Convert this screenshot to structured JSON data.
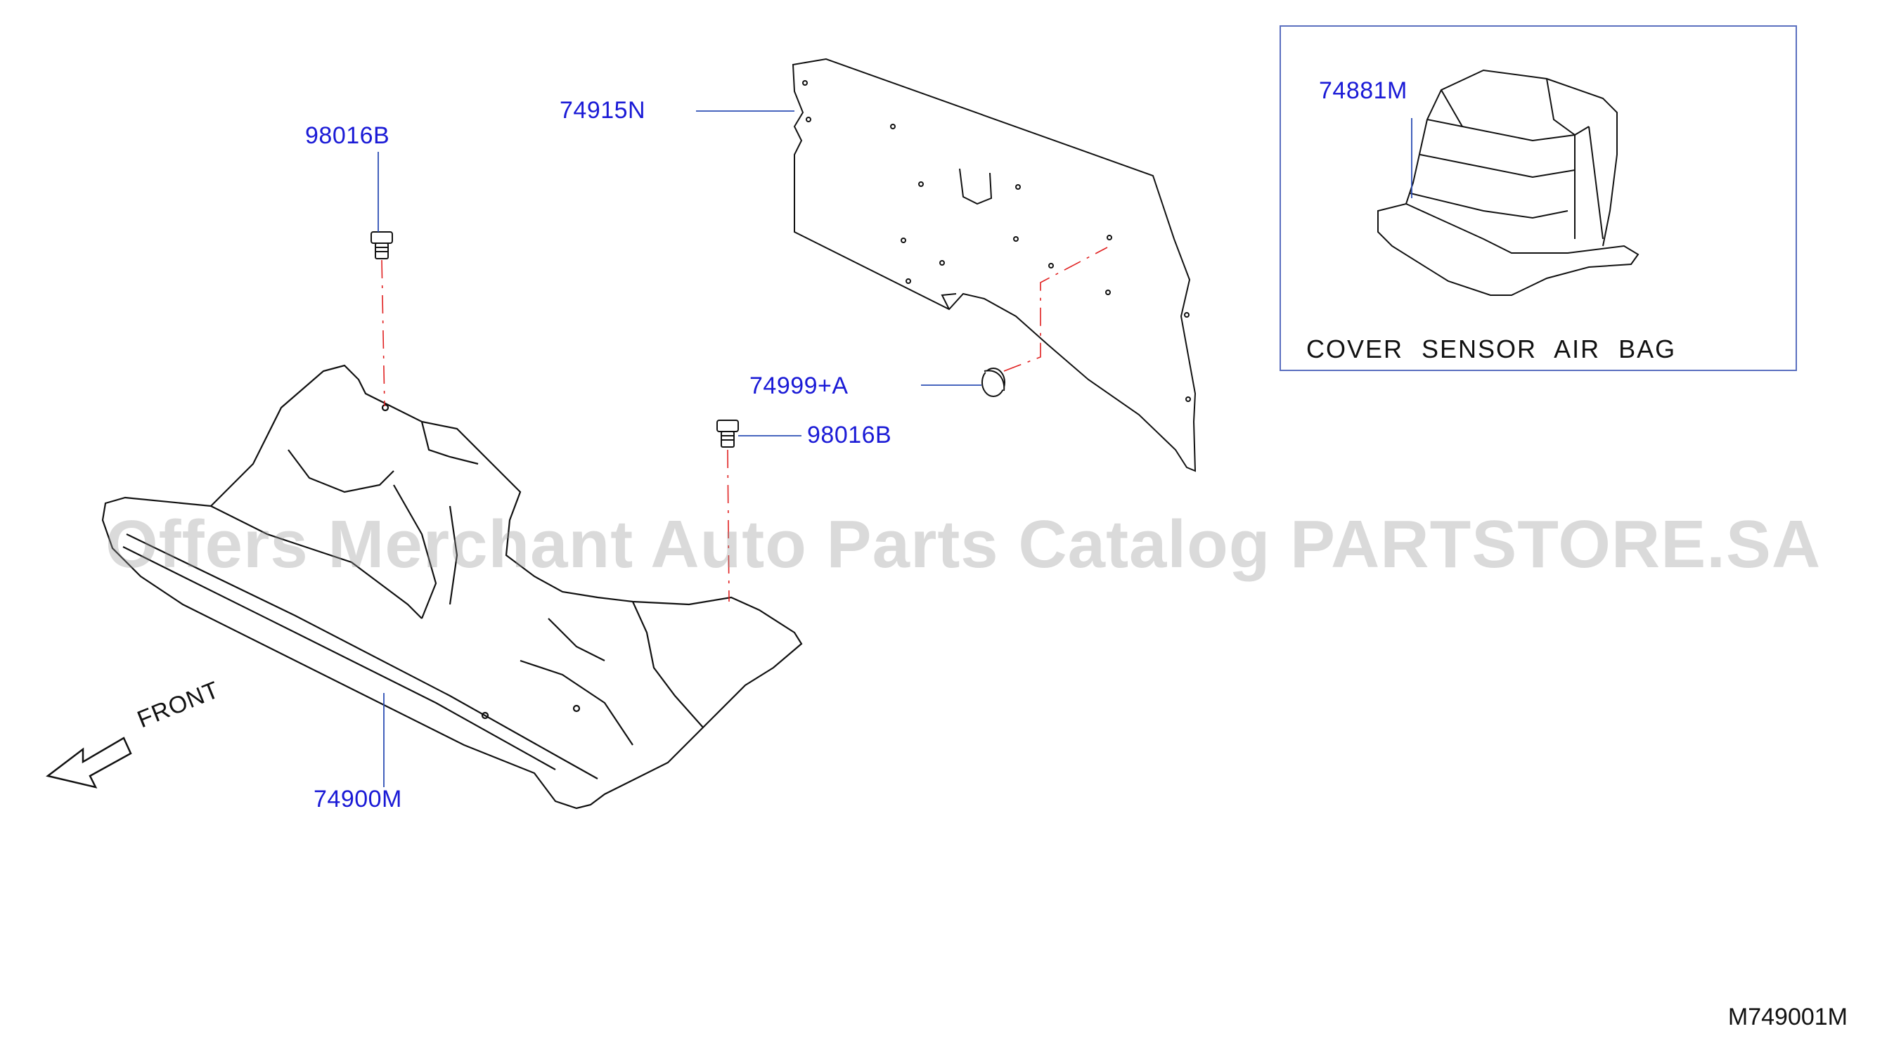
{
  "parts": {
    "clip_upper": "98016B",
    "insulator_dash": "74915N",
    "grommet": "74999+A",
    "clip_lower": "98016B",
    "floor_carpet": "74900M",
    "sensor_cover": "74881M"
  },
  "inset": {
    "caption": "COVER SENSOR AIR BAG"
  },
  "direction": {
    "label": "FRONT"
  },
  "watermark": "Offers Merchant Auto Parts Catalog PARTSTORE.SA",
  "drawing_number": "M749001M",
  "colors": {
    "callout_text": "#1a1ad6",
    "leader_line": "#2d4fb5",
    "center_line": "#e02020",
    "outline": "#111111",
    "inset_border": "#5a6fbf"
  }
}
